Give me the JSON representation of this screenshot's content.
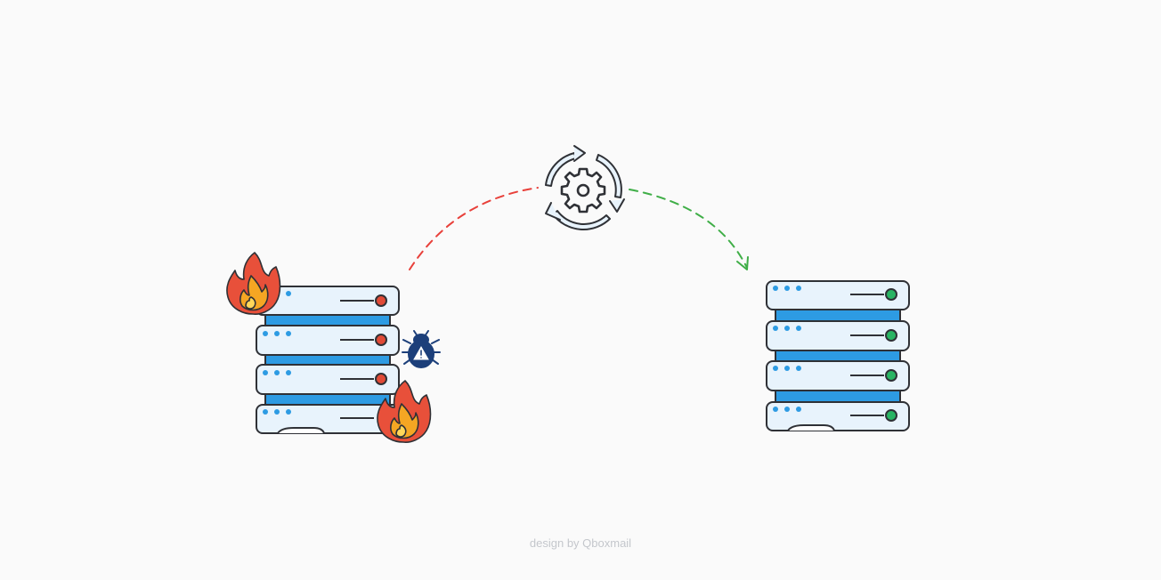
{
  "credit": {
    "text": "design by Qboxmail"
  },
  "diagram": {
    "source_server": {
      "unit_count": 4,
      "status": "failing",
      "status_color": "#e04a37",
      "hazard_icons": [
        "fire-icon",
        "bug-icon",
        "fire-icon"
      ]
    },
    "process": {
      "icon": "gear-sync-icon"
    },
    "target_server": {
      "unit_count": 4,
      "status": "healthy",
      "status_color": "#28b463"
    },
    "colors": {
      "failure_arrow": "#e8403a",
      "success_arrow": "#3fae47",
      "server_body": "#e8f3fc",
      "server_band": "#2d9be3",
      "outline": "#2f3136",
      "dots": "#2d9be3",
      "fire_outer": "#e8503a",
      "fire_inner": "#f5a623",
      "bug": "#1c3f7a"
    }
  }
}
